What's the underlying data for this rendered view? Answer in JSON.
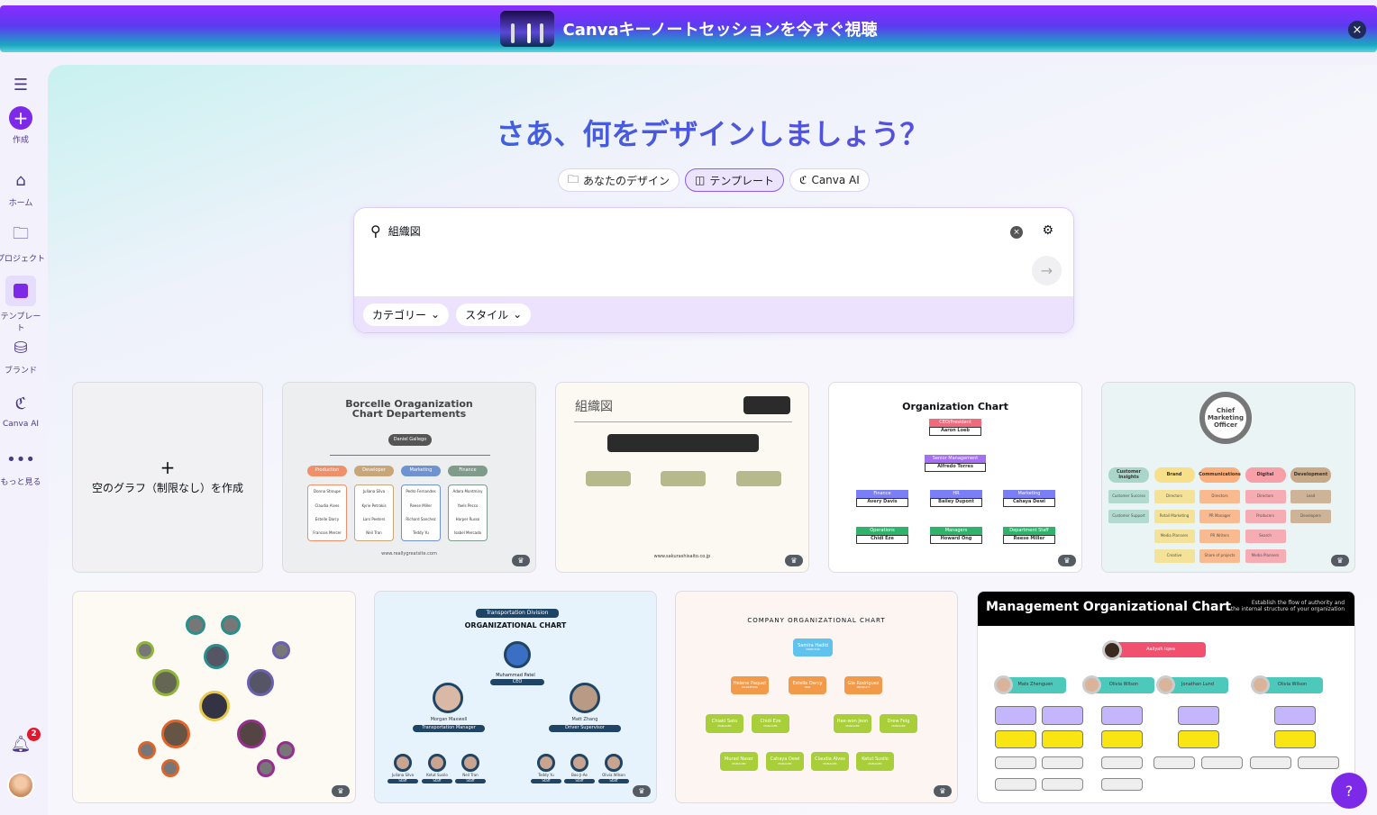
{
  "banner": {
    "text": "Canvaキーノートセッションを今すぐ視聴",
    "close": "×"
  },
  "sidebar": {
    "items": [
      {
        "label": "作成"
      },
      {
        "label": "ホーム"
      },
      {
        "label": "プロジェクト"
      },
      {
        "label": "テンプレート"
      },
      {
        "label": "ブランド"
      },
      {
        "label": "Canva AI"
      },
      {
        "label": "もっと見る"
      }
    ],
    "notifications_count": "2"
  },
  "main": {
    "title": "さあ、何をデザインしましょう？",
    "tabs": [
      {
        "label": "あなたのデザイン"
      },
      {
        "label": "テンプレート"
      },
      {
        "label": "Canva AI"
      }
    ],
    "search": {
      "value": "組織図",
      "filters": [
        {
          "label": "カテゴリー"
        },
        {
          "label": "スタイル"
        }
      ]
    },
    "blank_card": {
      "label": "空のグラフ（制限なし）を作成"
    },
    "templates": {
      "t1": {
        "title1": "Borcelle Oraganization",
        "title2": "Chart Departements",
        "head": "Daniel Gallego",
        "depts": [
          "Production",
          "Developer",
          "Marketing",
          "Finance"
        ],
        "people": [
          [
            "Donna Stroupe",
            "Claudia Alves",
            "Estelle Darcy",
            "Francois Mercer"
          ],
          [
            "Juliana Silva",
            "Kyrie Petrakis",
            "Lars Peeters",
            "Neil Tran"
          ],
          [
            "Pedro Fernandes",
            "Reese Miller",
            "Richard Sanchez",
            "Teddy Yu"
          ],
          [
            "Adora Montminy",
            "Yaels Pecco",
            "Harper Russo",
            "Isabel Mercado"
          ]
        ],
        "footer": "www.reallygreatsite.com"
      },
      "t2": {
        "title": "組織図",
        "footer": "www.sakurashisaito.co.jp"
      },
      "t3": {
        "title": "Organization Chart",
        "rows": [
          [
            "CEO/President",
            "Aaron Loeb"
          ],
          [
            "Senior Management",
            "Alfredo Torres"
          ]
        ],
        "mid": [
          [
            "Finance",
            "Avery Davis"
          ],
          [
            "HR",
            "Bailey Dupont"
          ],
          [
            "Marketing",
            "Cahaya Dewi"
          ]
        ],
        "low": [
          [
            "Operations",
            "Chidi Eze"
          ],
          [
            "Managers",
            "Howard Ong"
          ],
          [
            "Department Staff",
            "Reese Miller"
          ]
        ]
      },
      "t4": {
        "title": "Chief Marketing Officer",
        "cols": [
          {
            "name": "Customer Insights",
            "items": [
              "Customer Success",
              "Customer Support"
            ]
          },
          {
            "name": "Brand",
            "items": [
              "Directors",
              "Retail Marketing",
              "Media Planners",
              "Creative"
            ]
          },
          {
            "name": "Communications",
            "items": [
              "Directors",
              "PR Manager",
              "PR Writers",
              "Share of projects"
            ]
          },
          {
            "name": "Digital",
            "items": [
              "Directors",
              "Producers",
              "Search",
              "Media Planners"
            ]
          },
          {
            "name": "Development",
            "items": [
              "Lead",
              "Developers"
            ]
          }
        ]
      },
      "t6": {
        "badge": "Transportation Division",
        "title": "ORGANIZATIONAL CHART",
        "ceo": "Muhammad Patel",
        "ceo_role": "CEO",
        "left": "Morgan Maxwell",
        "left_role": "Transportation Manager",
        "right": "Matt Zhang",
        "right_role": "Driver Supervisor",
        "staff": [
          "Juliana Silva",
          "Ketut Susilo",
          "Neil Tran",
          "Teddy Yu",
          "Boo Ji-Ae",
          "Olivia Wilson"
        ],
        "staff_role": "Staff"
      },
      "t7": {
        "title": "COMPANY ORGANIZATIONAL CHART",
        "director": "Samira Hadid",
        "director_role": "DIRECTOR",
        "heads": [
          [
            "Helene Paquet",
            "MARKETING"
          ],
          [
            "Estelle Darcy",
            "HRD"
          ],
          [
            "Gia Rodriguez",
            "PRODUCT"
          ]
        ],
        "managers": [
          "Chiaki Sato",
          "Chidi Eze",
          "Hae-won Jeon",
          "Drew Feig",
          "Murad Naser",
          "Cahaya Dewi",
          "Claudia Alves",
          "Ketut Susilo"
        ],
        "manager_role": "MANAGER"
      },
      "t8": {
        "title": "Management Organizational Chart",
        "sub1": "Establish the flow of authority and",
        "sub2": "the internal structure of your organization",
        "ceo": "Aaliyah Iqwa",
        "chiefs": [
          "Mats Zhenguen",
          "Olivia Wilson",
          "Jonathan Lund",
          "Olivia Wilson"
        ]
      }
    }
  },
  "help": "?",
  "colors": {
    "accent": "#7d2ae8"
  }
}
